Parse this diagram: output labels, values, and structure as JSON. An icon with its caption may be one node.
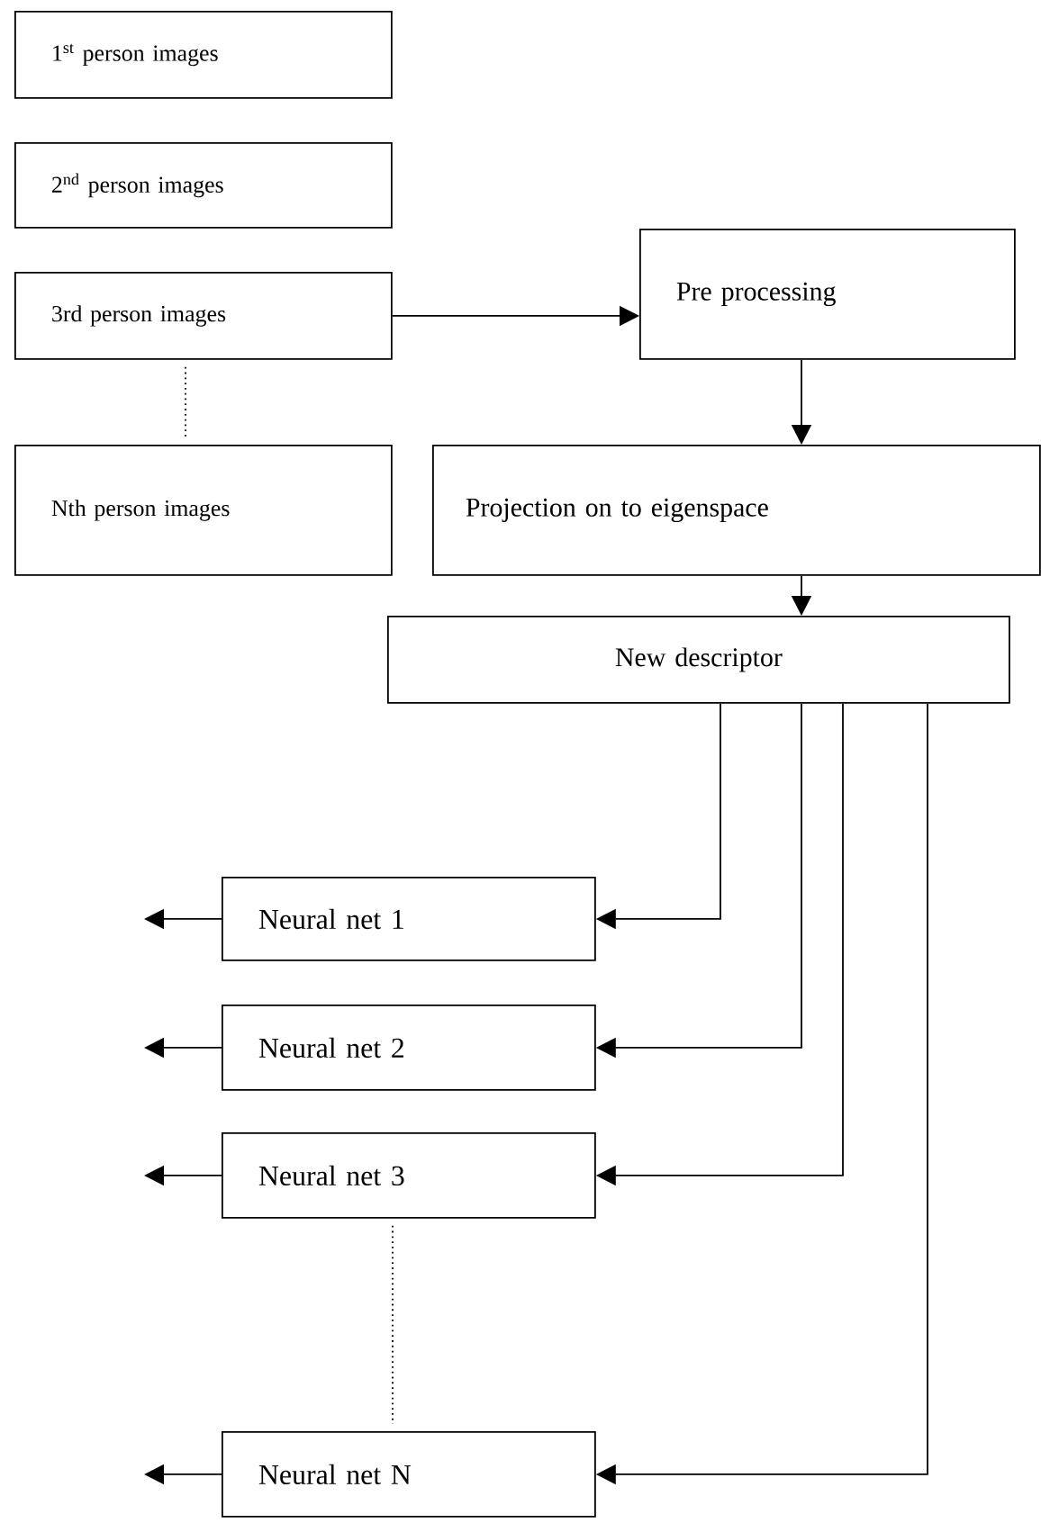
{
  "diagram": {
    "nodes": [
      {
        "text": [
          "1$^{st}$ person images"
        ]
      },
      {
        "text": [
          "2$^{nd}$ person images"
        ]
      },
      {
        "text": [
          "3rd person images"
        ]
      },
      {
        "text": [
          "Nth person images"
        ]
      },
      {
        "text": [
          "Pre processing"
        ]
      },
      {
        "text": [
          "Projection on to eigenspace"
        ]
      },
      {
        "text": [
          "New descriptor"
        ]
      },
      {
        "text": [
          "Neural net 1"
        ]
      },
      {
        "text": [
          "Neural net 2"
        ]
      },
      {
        "text": [
          "Neural net 3"
        ]
      },
      {
        "text": [
          "Neural net N"
        ]
      }
    ],
    "edges": [
      {
        "from": 2,
        "to": 4,
        "arrow": "to"
      },
      {
        "from": 2,
        "to": 3,
        "arrow": "none",
        "style": "dashed"
      },
      {
        "from": 4,
        "to": 5,
        "arrow": "to"
      },
      {
        "from": 5,
        "to": 6,
        "arrow": "to"
      },
      {
        "from": 6,
        "to": 7,
        "arrow": "to"
      },
      {
        "from": 6,
        "to": 8,
        "arrow": "to"
      },
      {
        "from": 6,
        "to": 9,
        "arrow": "to"
      },
      {
        "from": 6,
        "to": 10,
        "arrow": "to"
      },
      {
        "from": 7,
        "to": null,
        "arrow": "to"
      },
      {
        "from": 8,
        "to": null,
        "arrow": "to"
      },
      {
        "from": 9,
        "to": null,
        "arrow": "to"
      },
      {
        "from": 10,
        "to": null,
        "arrow": "to"
      },
      {
        "from": 9,
        "to": 10,
        "arrow": "none",
        "style": "dashed"
      }
    ]
  }
}
